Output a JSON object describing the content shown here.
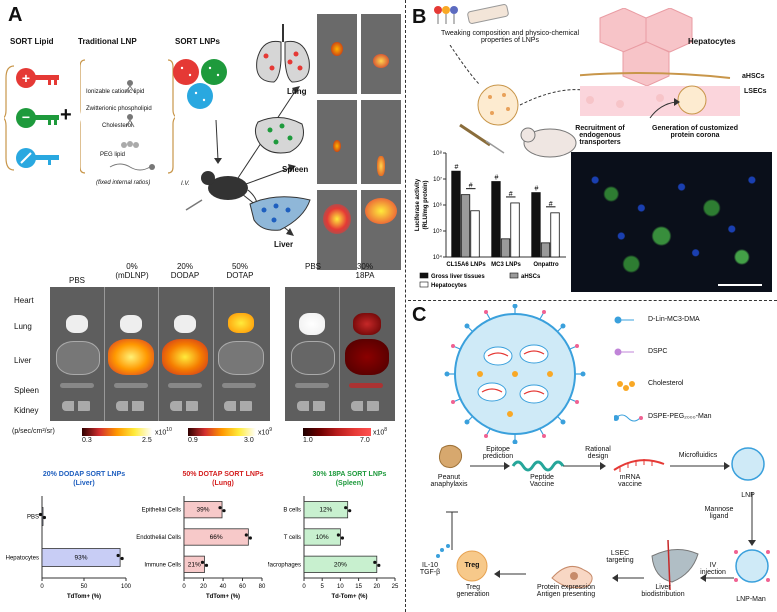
{
  "panelA": {
    "letter": "A",
    "sort_lipid": "SORT Lipid",
    "traditional_lnp": "Traditional LNP",
    "sort_lnps": "SORT LNPs",
    "lipids": [
      "Ionizable cationic lipid",
      "Zwitterionic phospholipid",
      "Cholesterol",
      "PEG lipid"
    ],
    "fixed_ratios": "(fixed internal ratios)",
    "iv": "I.V.",
    "organs": [
      "Lung",
      "Spleen",
      "Liver"
    ],
    "columns": [
      "PBS",
      "0%\n(mDLNP)",
      "20%\nDODAP",
      "50%\nDOTAP",
      "PBS",
      "30%\n18PA"
    ],
    "row_labels": [
      "Heart",
      "Lung",
      "Liver",
      "Spleen",
      "Kidney"
    ],
    "units": "(p/sec/cm²/sr)",
    "colorbars": [
      {
        "min": "0.3",
        "max": "2.5",
        "exp": "x10",
        "sup": "10"
      },
      {
        "min": "0.9",
        "max": "3.0",
        "exp": "x10",
        "sup": "9"
      },
      {
        "min": "1.0",
        "max": "7.0",
        "exp": "x10",
        "sup": "8"
      }
    ]
  },
  "chart_data": [
    {
      "type": "bar",
      "title": "20% DODAP SORT LNPs",
      "subtitle": "(Liver)",
      "title_color": "#1f5fbf",
      "categories": [
        "PBS",
        "Hepatocytes"
      ],
      "values": [
        0.5,
        93
      ],
      "labels": [
        "",
        "93%"
      ],
      "xlabel": "TdTom+ (%)",
      "xlim": [
        0,
        100
      ],
      "xticks": [
        0,
        50,
        100
      ],
      "fill": "#c8cdf5"
    },
    {
      "type": "bar",
      "title": "50% DOTAP SORT LNPs",
      "subtitle": "(Lung)",
      "title_color": "#d42020",
      "categories": [
        "Epithelial Cells",
        "Endothelial Cells",
        "Immune Cells"
      ],
      "values": [
        39,
        66,
        21
      ],
      "labels": [
        "39%",
        "66%",
        "21%"
      ],
      "xlabel": "TdTom+ (%)",
      "xlim": [
        0,
        80
      ],
      "xticks": [
        0,
        20,
        40,
        60,
        80
      ],
      "fill": "#f7c9c9"
    },
    {
      "type": "bar",
      "title": "30% 18PA SORT LNPs",
      "subtitle": "(Spleen)",
      "title_color": "#1e9a3c",
      "categories": [
        "B cells",
        "T cells",
        "Macrophages"
      ],
      "values": [
        12,
        10,
        20
      ],
      "labels": [
        "12%",
        "10%",
        "20%"
      ],
      "xlabel": "Td-Tom+ (%)",
      "xlim": [
        0,
        25
      ],
      "xticks": [
        0,
        5,
        10,
        15,
        20,
        25
      ],
      "fill": "#c8f0cf"
    },
    {
      "type": "bar",
      "title": "",
      "ylabel": "Luciferase activity\n(RLU/mg protein)",
      "categories": [
        "CL15A6 LNPs",
        "MC3 LNPs",
        "Onpattro"
      ],
      "series": [
        {
          "name": "Gross liver tissues",
          "values": [
            20000000.0,
            8000000.0,
            3000000.0
          ],
          "color": "#111111"
        },
        {
          "name": "aHSCs",
          "values": [
            2500000.0,
            50000.0,
            35000.0
          ],
          "color": "#9a9a9a"
        },
        {
          "name": "Hepatocytes",
          "values": [
            600000.0,
            1200000.0,
            500000.0
          ],
          "color": "#ffffff"
        }
      ],
      "yscale": "log",
      "ylim": [
        10000.0,
        100000000.0
      ],
      "yticks": [
        "10⁴",
        "10⁵",
        "10⁶",
        "10⁷",
        "10⁸"
      ],
      "annotation": "#"
    }
  ],
  "panelB": {
    "letter": "B",
    "tweak": "Tweaking composition and physico-chemical properties of LNPs",
    "hepatocytes": "Hepatocytes",
    "ahscs": "aHSCs",
    "lsecs": "LSECs",
    "recruit": "Recruitment of endogenous transporters",
    "corona": "Generation of customized protein corona"
  },
  "panelC": {
    "letter": "C",
    "legend": [
      "D-Lin-MC3-DMA",
      "DSPC",
      "Cholesterol",
      "DSPE-PEG₂₀₀₀-Man"
    ],
    "flow": {
      "peanut": "Peanut\nanaphylaxis",
      "epitope": "Epitope\nprediction",
      "peptide": "Peptide\nVaccine",
      "rational": "Rational\ndesign",
      "mrna": "mRNA\nvaccine",
      "microfluidics": "Microfluidics",
      "lnp": "LNP",
      "mannose": "Mannose\nligand",
      "iv": "IV\ninjection",
      "lnp_man": "LNP-Man",
      "liver": "Liver\nbiodistribution",
      "lsec": "LSEC\ntargeting",
      "protein": "Protein expression\nAntigen presenting",
      "treg": "Treg",
      "treg_gen": "Treg\ngeneration",
      "il10": "IL-10\nTGF-β"
    }
  }
}
